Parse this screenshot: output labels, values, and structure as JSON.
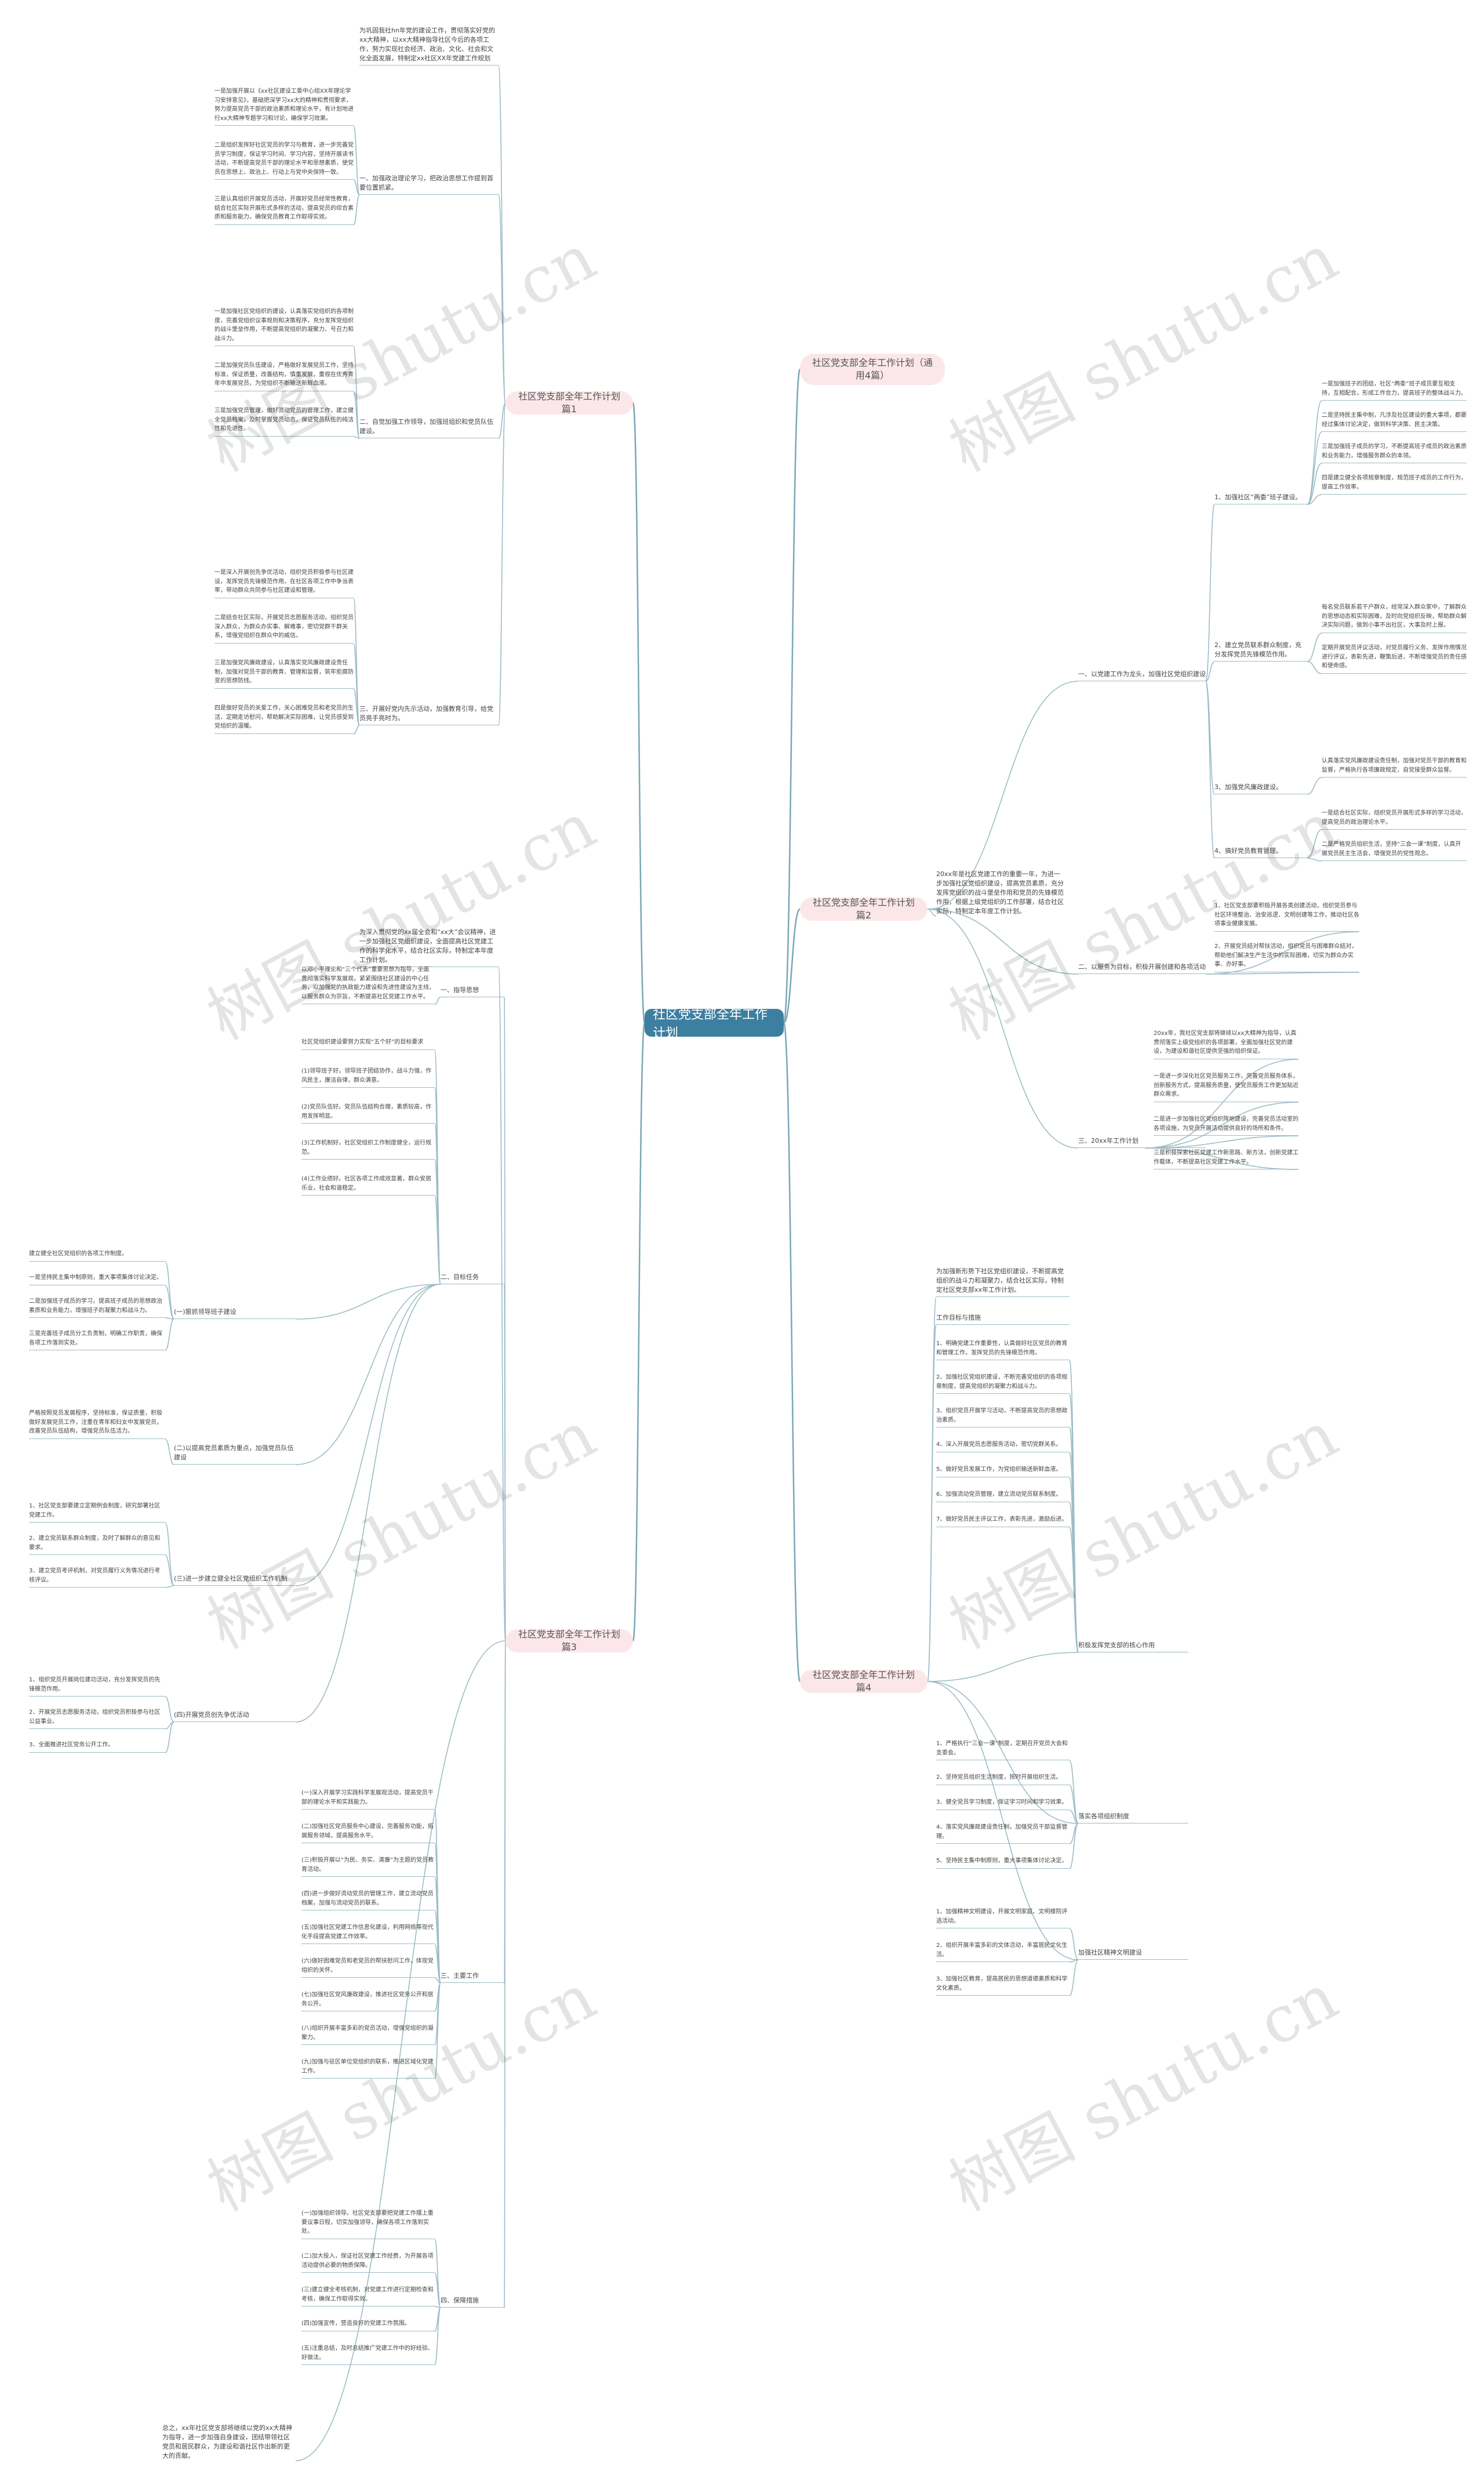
{
  "root": "社区党支部全年工作计划",
  "branches": [
    {
      "id": "b1",
      "label": "社区党支部全年工作计划 篇1"
    },
    {
      "id": "b2",
      "label": "社区党支部全年工作计划（通用4篇）"
    },
    {
      "id": "b3",
      "label": "社区党支部全年工作计划 篇2"
    },
    {
      "id": "b4",
      "label": "社区党支部全年工作计划 篇3"
    },
    {
      "id": "b5",
      "label": "社区党支部全年工作计划 篇4"
    }
  ],
  "b1": {
    "intro": "为巩固我社hn年党的建设工作，贯彻落实好党的xx大精神，以xx大精神指导社区今后的各项工作，努力实现社会经济、政治、文化、社会和文化全面发展，特制定xx社区XX年党建工作规划",
    "subs": [
      {
        "id": "b1s1",
        "label": "一、加强政治理论学习，把政治思想工作提到首要位置抓紧。"
      },
      {
        "id": "b1s2",
        "label": "二、自觉加强工作领导，加强班组织和党员队伍建设。"
      },
      {
        "id": "b1s3",
        "label": "三、开展好党内先示活动，加强教育引导，给党员亮手亮时为。"
      }
    ],
    "leaves_s1": [
      "一是加强开展以《xx社区建设工委中心组XX年理论学习安排意见》，基础把深学习xx大的精神和贯彻要求，努力提高党员干部的政治素质和理论水平，有计划地进行xx大精神专题学习和讨论，确保学习效果。",
      "二是组织发挥好社区党员的学习与教育，进一步完善党员学习制度，保证学习时间、学习内容，坚持开展读书活动，不断提高党员干部的理论水平和思想素质，使党员在思想上、政治上、行动上与党中央保持一致。",
      "三是认真组织开展党员活动，开展好党员经常性教育，结合社区实际开展形式多样的活动，提高党员的综合素质和服务能力，确保党员教育工作取得实效。"
    ],
    "leaves_s2": [
      "一是加强社区党组织的建设，认真落实党组织的各项制度，完善党组织议事规则和决策程序，充分发挥党组织的战斗堡垒作用，不断提高党组织的凝聚力、号召力和战斗力。",
      "二是加强党员队伍建设，严格做好发展党员工作，坚持标准，保证质量，改善结构，慎重发展，重视在优秀青年中发展党员，为党组织不断输送新鲜血液。",
      "三是加强党员管理，做好流动党员的管理工作，建立健全党员档案，及时掌握党员动态，保证党员队伍的纯洁性和先进性。"
    ],
    "leaves_s3": [
      "一是深入开展创先争优活动，组织党员积极参与社区建设，发挥党员先锋模范作用，在社区各项工作中争当表率，带动群众共同参与社区建设和管理。",
      "二是结合社区实际，开展党员志愿服务活动，组织党员深入群众，为群众办实事、解难事，密切党群干群关系，增强党组织在群众中的威信。",
      "三是加强党风廉政建设，认真落实党风廉政建设责任制，加强对党员干部的教育、管理和监督，筑牢拒腐防变的思想防线。",
      "四是做好党员的关爱工作，关心困难党员和老党员的生活，定期走访慰问，帮助解决实际困难，让党员感受到党组织的温暖。"
    ]
  },
  "b3": {
    "intro": "20xx年是社区党建工作的重要一年，为进一步加强社区党组织建设，提高党员素质，充分发挥党组织的战斗堡垒作用和党员的先锋模范作用，根据上级党组织的工作部署，结合社区实际，特制定本年度工作计划。",
    "subs": [
      {
        "id": "b3s1",
        "label": "一、以党建工作为龙头，加强社区党组织建设"
      },
      {
        "id": "b3s2",
        "label": "二、以服务为目标，积极开展创建和各项活动"
      },
      {
        "id": "b3s3",
        "label": "三、20xx年工作计划"
      }
    ],
    "s1_items": [
      {
        "label": "1、加强社区“两委”班子建设。",
        "leaves": [
          "一是加强班子的团结，社区“两委”班子成员要互相支持，互相配合，形成工作合力，提高班子的整体战斗力。",
          "二是坚持民主集中制，凡涉及社区建设的重大事项，都要经过集体讨论决定，做到科学决策、民主决策。",
          "三是加强班子成员的学习，不断提高班子成员的政治素质和业务能力，增强服务群众的本领。",
          "四是建立健全各项规章制度，规范班子成员的工作行为，提高工作效率。"
        ]
      },
      {
        "label": "2、建立党员联系群众制度，充分发挥党员先锋模范作用。",
        "leaves": [
          "每名党员联系若干户群众，经常深入群众家中，了解群众的思想动态和实际困难，及时向党组织反映，帮助群众解决实际问题，做到小事不出社区，大事及时上报。",
          "定期开展党员评议活动，对党员履行义务、发挥作用情况进行评议，表彰先进，鞭策后进，不断增强党员的责任感和使命感。"
        ]
      },
      {
        "label": "3、加强党风廉政建设。",
        "leaves": [
          "认真落实党风廉政建设责任制，加强对党员干部的教育和监督，严格执行各项廉政规定，自觉接受群众监督。"
        ]
      },
      {
        "label": "4、搞好党员教育管理。",
        "leaves": [
          "一是结合社区实际，组织党员开展形式多样的学习活动，提高党员的政治理论水平。",
          "二是严格党员组织生活，坚持“三会一课”制度，认真开展党员民主生活会，增强党员的党性观念。"
        ]
      }
    ],
    "s2_leaves": [
      "1、社区党支部要积极开展各类创建活动，组织党员参与社区环境整治、治安巡逻、文明创建等工作，推动社区各项事业健康发展。",
      "2、开展党员结对帮扶活动，组织党员与困难群众结对，帮助他们解决生产生活中的实际困难，切实为群众办实事、办好事。"
    ],
    "s3_leaves": [
      "20xx年，我社区党支部将继续以xx大精神为指导，认真贯彻落实上级党组织的各项部署，全面加强社区党的建设，为建设和谐社区提供坚强的组织保证。",
      "一是进一步深化社区党员服务工作，完善党员服务体系，创新服务方式，提高服务质量，使党员服务工作更加贴近群众需求。",
      "二是进一步加强社区党组织阵地建设，完善党员活动室的各项设施，为党员开展活动提供良好的场所和条件。",
      "三是积极探索社区党建工作新思路、新方法，创新党建工作载体，不断提高社区党建工作水平。"
    ]
  },
  "b4": {
    "intro": "为深入贯彻党的xx届全会和“xx大”会议精神，进一步加强社区党组织建设，全面提高社区党建工作的科学化水平，结合社区实际，特制定本年度工作计划。",
    "subs": [
      {
        "id": "b4s1",
        "label": "一、指导思想"
      },
      {
        "id": "b4s2",
        "label": "二、目标任务"
      },
      {
        "id": "b4s3",
        "label": "三、主要工作"
      },
      {
        "id": "b4s4",
        "label": "四、保障措施"
      }
    ],
    "s1_leaf": "以邓小平理论和“三个代表”重要思想为指导，全面贯彻落实科学发展观，紧紧围绕社区建设的中心任务，以加强党的执政能力建设和先进性建设为主线，以服务群众为宗旨，不断提高社区党建工作水平。",
    "s2_leaf": "社区党组织建设要努力实现“五个好”的目标要求",
    "s2_items": [
      "(1)领导班子好。领导班子团结协作，战斗力强，作风民主，廉洁自律，群众满意。",
      "(2)党员队伍好。党员队伍结构合理，素质较高，作用发挥明显。",
      "(3)工作机制好。社区党组织工作制度健全，运行规范。",
      "(4)工作业绩好。社区各项工作成效显著，群众安居乐业，社会和谐稳定。"
    ],
    "s2_deep": [
      {
        "label": "(一)狠抓领导班子建设",
        "leaves": [
          "建立健全社区党组织的各项工作制度。",
          "一是坚持民主集中制原则，重大事项集体讨论决定。",
          "二是加强班子成员的学习，提高班子成员的思想政治素质和业务能力，增强班子的凝聚力和战斗力。",
          "三是完善班子成员分工负责制，明确工作职责，确保各项工作落到实处。"
        ]
      },
      {
        "label": "(二)以提高党员素质为重点，加强党员队伍建设",
        "leaves": [
          "严格按照党员发展程序，坚持标准，保证质量，积极做好发展党员工作，注重在青年和妇女中发展党员，改善党员队伍结构，增强党员队伍活力。"
        ]
      },
      {
        "label": "(三)进一步建立健全社区党组织工作机制",
        "leaves": [
          "1、社区党支部要建立定期例会制度，研究部署社区党建工作。",
          "2、建立党员联系群众制度，及时了解群众的意见和要求。",
          "3、建立党员考评机制，对党员履行义务情况进行考核评议。"
        ]
      },
      {
        "label": "(四)开展党员创先争优活动",
        "leaves": [
          "1、组织党员开展岗位建功活动，充分发挥党员的先锋模范作用。",
          "2、开展党员志愿服务活动，组织党员积极参与社区公益事业。",
          "3、全面推进社区党务公开工作。"
        ]
      }
    ],
    "s3_items": [
      "(一)深入开展学习实践科学发展观活动，提高党员干部的理论水平和实践能力。",
      "(二)加强社区党员服务中心建设，完善服务功能，拓展服务领域，提高服务水平。",
      "(三)积极开展以“为民、务实、清廉”为主题的党员教育活动。",
      "(四)进一步做好流动党员的管理工作，建立流动党员档案，加强与流动党员的联系。",
      "(五)加强社区党建工作信息化建设，利用网络等现代化手段提高党建工作效率。",
      "(六)做好困难党员和老党员的帮扶慰问工作，体现党组织的关怀。",
      "(七)加强社区党风廉政建设，推进社区党务公开和居务公开。",
      "(八)组织开展丰富多彩的党员活动，增强党组织的凝聚力。",
      "(九)加强与驻区单位党组织的联系，推进区域化党建工作。"
    ],
    "s4_items": [
      "(一)加强组织领导。社区党支部要把党建工作摆上重要议事日程，切实加强领导，确保各项工作落到实处。",
      "(二)加大投入，保证社区党建工作经费，为开展各项活动提供必要的物质保障。",
      "(三)建立健全考核机制，对党建工作进行定期检查和考核，确保工作取得实效。",
      "(四)加强宣传，营造良好的党建工作氛围。",
      "(五)注重总结，及时总结推广党建工作中的好经验、好做法。"
    ],
    "closing": "总之，xx年社区党支部将继续以党的xx大精神为指导，进一步加强自身建设，团结带领社区党员和居民群众，为建设和谐社区作出新的更大的贡献。"
  },
  "b5": {
    "intro": "为加强新形势下社区党组织建设，不断提高党组织的战斗力和凝聚力，结合社区实际，特制定社区党支部xx年工作计划。",
    "work_label": "工作目标与措施",
    "subs": [
      {
        "id": "b5s1",
        "label": "积极发挥党支部的核心作用"
      },
      {
        "id": "b5s2",
        "label": "落实各项组织制度"
      },
      {
        "id": "b5s3",
        "label": "加强社区精神文明建设"
      }
    ],
    "leaves_s1": [
      "1、明确党建工作重要性，认真做好社区党员的教育和管理工作，发挥党员的先锋模范作用。",
      "2、加强社区党组织建设，不断完善党组织的各项规章制度，提高党组织的凝聚力和战斗力。",
      "3、组织党员开展学习活动，不断提高党员的思想政治素质。",
      "4、深入开展党员志愿服务活动，密切党群关系。",
      "5、做好党员发展工作，为党组织输送新鲜血液。",
      "6、加强流动党员管理，建立流动党员联系制度。",
      "7、做好党员民主评议工作，表彰先进，激励后进。"
    ],
    "leaves_s2": [
      "1、严格执行“三会一课”制度，定期召开党员大会和支委会。",
      "2、坚持党员组织生活制度，按时开展组织生活。",
      "3、健全党员学习制度，保证学习时间和学习效果。",
      "4、落实党风廉政建设责任制，加强党员干部监督管理。",
      "5、坚持民主集中制原则，重大事项集体讨论决定。"
    ],
    "leaves_s3": [
      "1、加强精神文明建设，开展文明家庭、文明楼院评选活动。",
      "2、组织开展丰富多彩的文体活动，丰富居民文化生活。",
      "3、加强社区教育，提高居民的思想道德素质和科学文化素质。"
    ]
  },
  "watermark": "树图 shutu.cn"
}
